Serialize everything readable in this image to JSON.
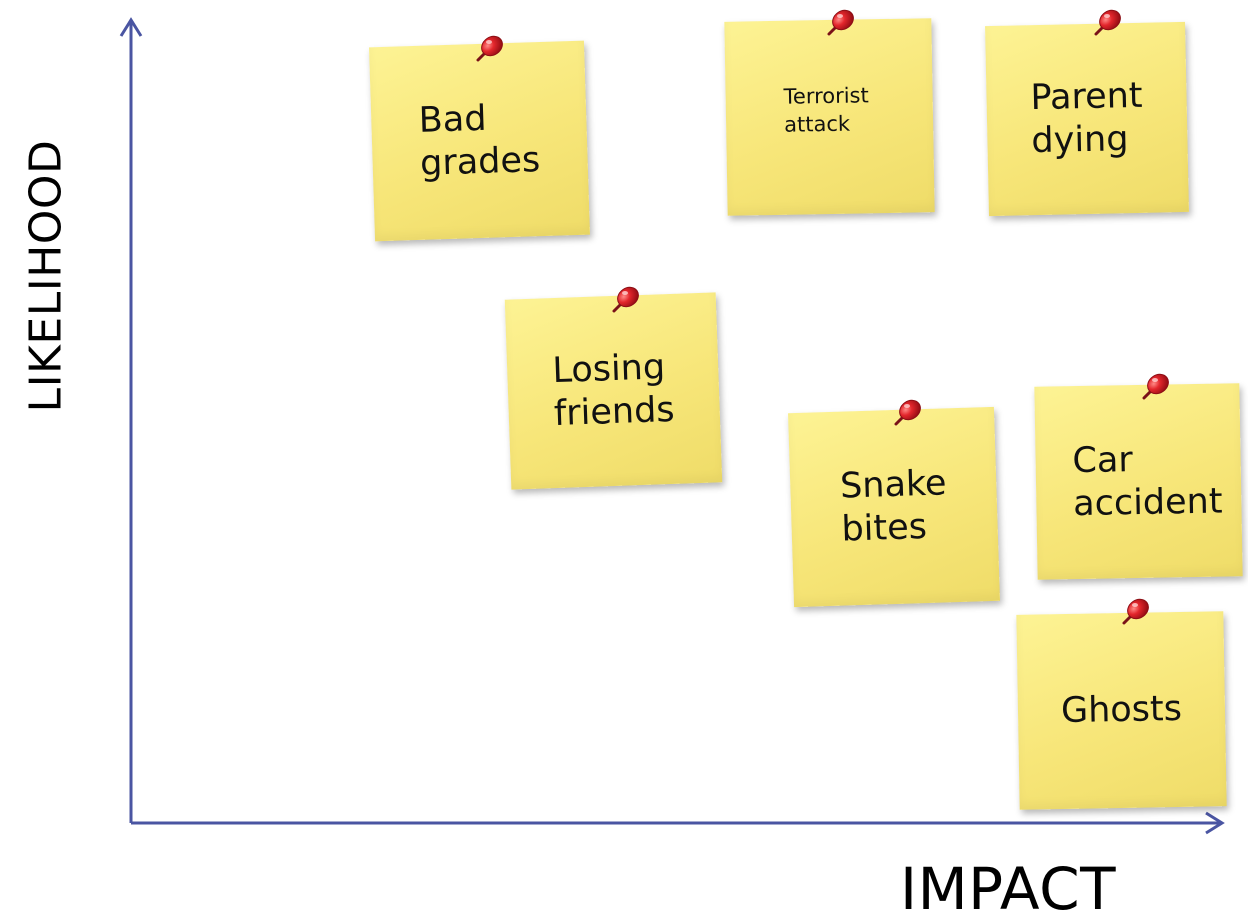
{
  "axes": {
    "x_label": "IMPACT",
    "y_label": "LIKELIHOOD",
    "color": "#4a55a2"
  },
  "notes": [
    {
      "id": "bad-grades",
      "text": "Bad\ngrades"
    },
    {
      "id": "terrorist-attack",
      "text": "Terrorist\nattack"
    },
    {
      "id": "parent-dying",
      "text": "Parent\ndying"
    },
    {
      "id": "losing-friends",
      "text": "Losing\nfriends"
    },
    {
      "id": "snake-bites",
      "text": "Snake\nbites"
    },
    {
      "id": "car-accident",
      "text": "Car\naccident"
    },
    {
      "id": "ghosts",
      "text": "Ghosts"
    }
  ],
  "colors": {
    "note": "#f7e679",
    "pin": "#d9202a"
  }
}
